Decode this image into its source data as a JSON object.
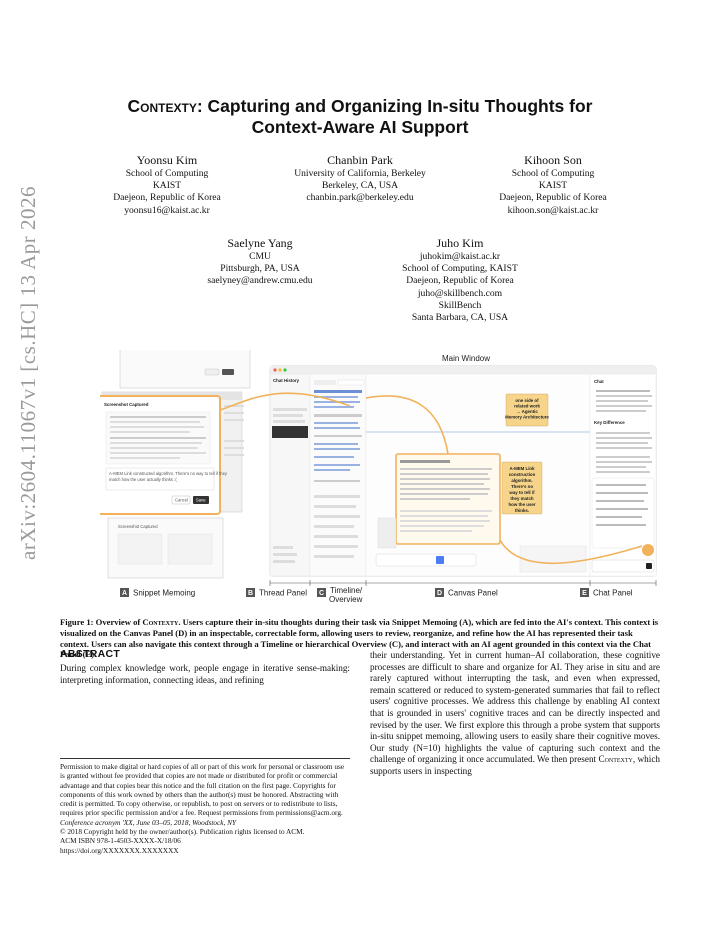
{
  "arxiv_id": "arXiv:2604.11067v1  [cs.HC]  13 Apr 2026",
  "title": {
    "line1_sc": "Contexty",
    "line1_rest": ": Capturing and Organizing In-situ Thoughts for",
    "line2": "Context-Aware AI Support"
  },
  "authors": [
    {
      "name": "Yoonsu Kim",
      "lines": [
        "School of Computing",
        "KAIST",
        "Daejeon, Republic of Korea",
        "yoonsu16@kaist.ac.kr"
      ]
    },
    {
      "name": "Chanbin Park",
      "lines": [
        "University of California, Berkeley",
        "Berkeley, CA, USA",
        "chanbin.park@berkeley.edu"
      ]
    },
    {
      "name": "Kihoon Son",
      "lines": [
        "School of Computing",
        "KAIST",
        "Daejeon, Republic of Korea",
        "kihoon.son@kaist.ac.kr"
      ]
    },
    {
      "name": "Saelyne Yang",
      "lines": [
        "CMU",
        "Pittsburgh, PA, USA",
        "saelyney@andrew.cmu.edu"
      ]
    },
    {
      "name": "Juho Kim",
      "lines": [
        "juhokim@kaist.ac.kr",
        "School of Computing, KAIST",
        "Daejeon, Republic of Korea",
        "juho@skillbench.com",
        "SkillBench",
        "Santa Barbara, CA, USA"
      ]
    }
  ],
  "figure": {
    "main_window_label": "Main Window",
    "panels": [
      {
        "badge": "A",
        "label": "Snippet Memoing"
      },
      {
        "badge": "B",
        "label": "Thread Panel"
      },
      {
        "badge": "C",
        "label": "Timeline/ Overview"
      },
      {
        "badge": "D",
        "label": "Canvas Panel"
      },
      {
        "badge": "E",
        "label": "Chat Panel"
      }
    ],
    "snippet_title": "Screenshot Captured",
    "snippet_note": "A-MEM Link constructed algorithm. There's no way to tell if they match how the user actually thinks :(",
    "snippet_cancel": "Cancel",
    "snippet_save": "Save",
    "chat_history": "Chat History",
    "chat_title": "Chat",
    "key_difference": "Key Difference",
    "sticky_note_1": "one side of related work → Agentic Memory Architecture",
    "sticky_note_2": "A-MEM Link construction algorithm. There's no way to tell if they match how the user actually thinks.",
    "colors": {
      "accent": "#f2b25c",
      "badge": "#555555",
      "sticky": "#f6d48a"
    }
  },
  "caption": {
    "prefix": "Figure 1: Overview of ",
    "sc": "Contexty",
    "text": ". Users capture their in-situ thoughts during their task via Snippet Memoing (A), which are fed into the AI's context. This context is visualized on the Canvas Panel (D) in an inspectable, correctable form, allowing users to review, reorganize, and refine how the AI has represented their task context. Users can also navigate this context through a Timeline or hierarchical Overview (C), and interact with an AI agent grounded in this context via the Chat Panel (E)."
  },
  "abstract": {
    "heading": "ABSTRACT",
    "left_text": "During complex knowledge work, people engage in iterative sense-making: interpreting information, connecting ideas, and refining",
    "right_text_a": "their understanding. Yet in current human–AI collaboration, these cognitive processes are difficult to share and organize for AI. They arise in situ and are rarely captured without interrupting the task, and even when expressed, remain scattered or reduced to system-generated summaries that fail to reflect users' cognitive processes. We address this challenge by enabling AI context that is grounded in users' cognitive traces and can be directly inspected and revised by the user. We first explore this through a probe system that supports in-situ snippet memoing, allowing users to easily share their cognitive moves. Our study (N=10) highlights the value of capturing such context and the challenge of organizing it once accumulated. We then present ",
    "right_sc": "Contexty",
    "right_text_b": ", which supports users in inspecting"
  },
  "permission": {
    "text": "Permission to make digital or hard copies of all or part of this work for personal or classroom use is granted without fee provided that copies are not made or distributed for profit or commercial advantage and that copies bear this notice and the full citation on the first page. Copyrights for components of this work owned by others than the author(s) must be honored. Abstracting with credit is permitted. To copy otherwise, or republish, to post on servers or to redistribute to lists, requires prior specific permission and/or a fee. Request permissions from permissions@acm.org.",
    "conference": "Conference acronym 'XX, June 03–05, 2018, Woodstock, NY",
    "copyright": "© 2018 Copyright held by the owner/author(s). Publication rights licensed to ACM.",
    "isbn": "ACM ISBN 978-1-4503-XXXX-X/18/06",
    "doi": "https://doi.org/XXXXXXX.XXXXXXX"
  }
}
